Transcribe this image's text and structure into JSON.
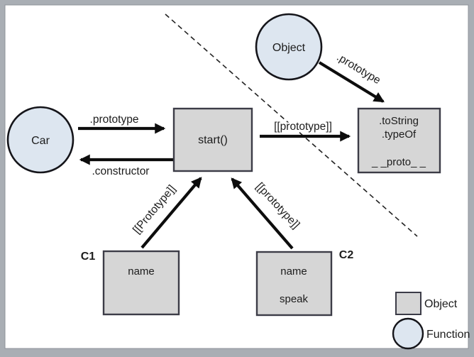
{
  "diagram_type": "javascript-prototype-chain-diagram",
  "colors": {
    "frame": "#a9aeb4",
    "canvas": "#ffffff",
    "canvas_edge": "#8e939a",
    "object_box_fill": "#d6d6d6",
    "object_box_border": "#3c3c47",
    "function_circle_fill": "#dde6f0",
    "function_circle_border": "#15151a",
    "arrow": "#0d0d0d",
    "dashed_divider": "#222222"
  },
  "nodes": {
    "car": {
      "label": "Car",
      "kind": "function"
    },
    "object": {
      "label": "Object",
      "kind": "function"
    },
    "start": {
      "label": "start()",
      "kind": "object"
    },
    "prototype_box": {
      "members": [
        ".toString",
        ".typeOf",
        "_ _proto_ _"
      ],
      "kind": "object"
    },
    "c1": {
      "tag": "C1",
      "members": [
        "name"
      ],
      "kind": "object"
    },
    "c2": {
      "tag": "C2",
      "members": [
        "name",
        "speak"
      ],
      "kind": "object"
    }
  },
  "edges": {
    "car_prototype": ".prototype",
    "car_constructor": ".constructor",
    "start_prototype": "[[prototype]]",
    "object_prototype": ".prototype",
    "c1_prototype": "[[Prototype]]",
    "c2_prototype": "[[prototype]]"
  },
  "legend": {
    "object": "Object",
    "function": "Function"
  }
}
